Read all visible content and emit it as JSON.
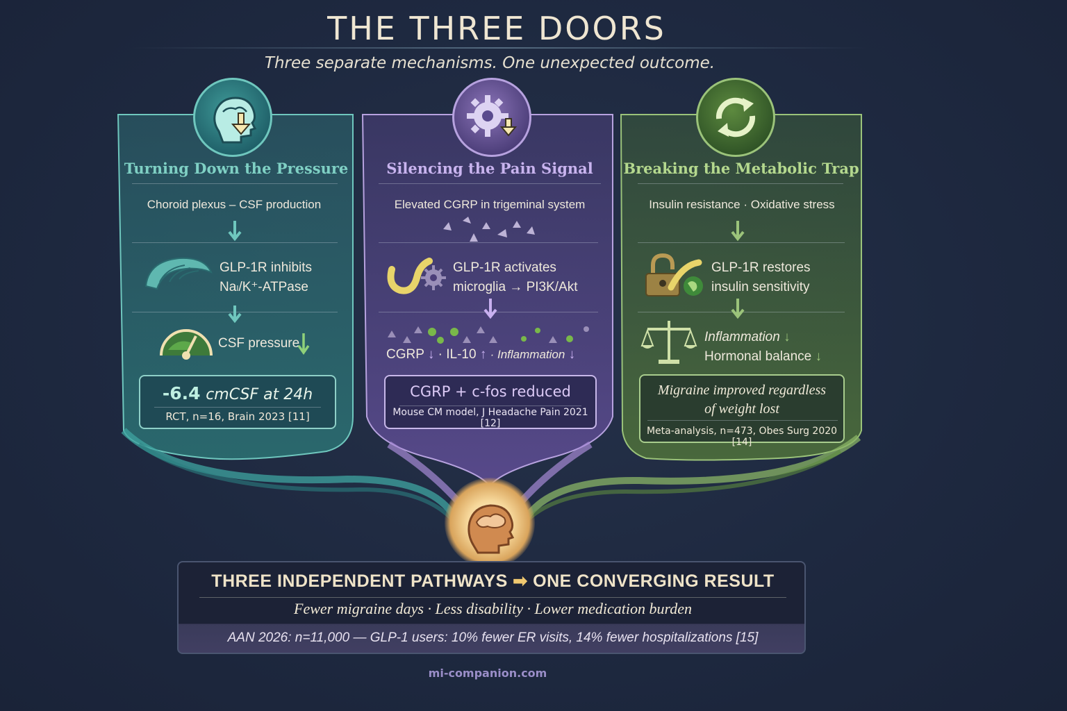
{
  "header": {
    "title": "THE THREE DOORS",
    "subtitle": "Three separate mechanisms. One unexpected outcome."
  },
  "columns": [
    {
      "icon": "head-arrow-down-icon",
      "title": "Turning Down the Pressure",
      "trigger": "Choroid plexus – CSF production",
      "step_line1": "GLP-1R inhibits",
      "step_line2": "Naₗ/K⁺-ATPase",
      "effect": "CSF pressure",
      "result_value": "-6.4",
      "result_unit": "cmCSF at 24h",
      "citation": "RCT, n=16, Brain 2023 [11]",
      "color": "#7fd0c4"
    },
    {
      "icon": "gear-arrow-down-icon",
      "title": "Silencing the Pain Signal",
      "trigger": "Elevated CGRP in trigeminal system",
      "step_line1": "GLP-1R activates",
      "step_line2": "microglia → PI3K/Akt",
      "effect_a": "CGRP",
      "effect_b": "· IL-10",
      "effect_c": "· Inflammation",
      "result": "CGRP + c-fos reduced",
      "citation": "Mouse CM model, J Headache Pain 2021 [12]",
      "color": "#c9b4ef"
    },
    {
      "icon": "recycle-arrows-icon",
      "title": "Breaking the Metabolic Trap",
      "trigger": "Insulin resistance · Oxidative stress",
      "step_line1": "GLP-1R restores",
      "step_line2": "insulin sensitivity",
      "effect_a": "Inflammation",
      "effect_b": "Hormonal balance",
      "result_line1": "Migraine improved regardless",
      "result_line2": "of weight lost",
      "citation": "Meta-analysis, n=473, Obes Surg 2020 [14]",
      "color": "#b4d88e"
    }
  ],
  "convergence": {
    "headline_left": "THREE INDEPENDENT PATHWAYS",
    "headline_right": "ONE CONVERGING RESULT",
    "outcomes": "Fewer migraine days · Less disability · Lower medication burden",
    "citation": "AAN 2026: n=11,000 — GLP-1 users: 10% fewer ER visits, 14% fewer hospitalizations [15]"
  },
  "footer": "mi-companion.com"
}
